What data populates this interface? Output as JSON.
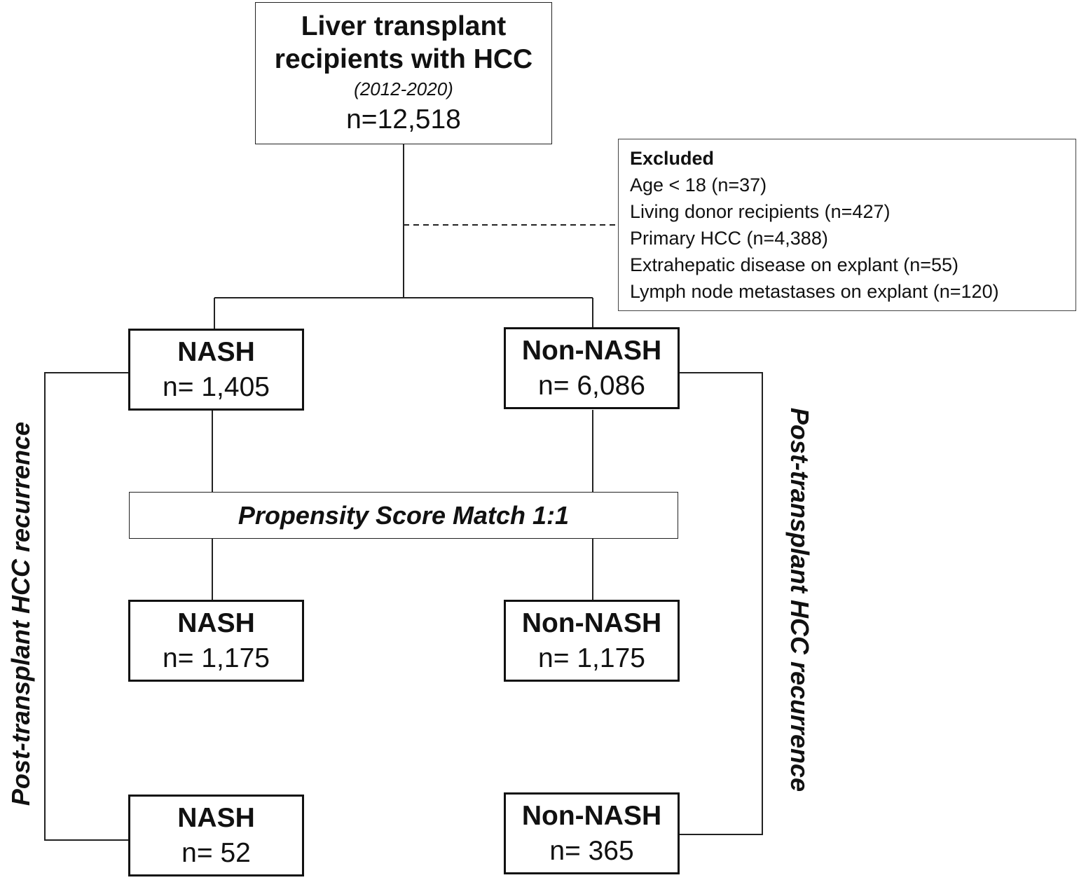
{
  "source": {
    "title_line1": "Liver transplant",
    "title_line2": "recipients with HCC",
    "years": "(2012-2020)",
    "n": "n=12,518"
  },
  "excluded": {
    "heading": "Excluded",
    "items": [
      "Age < 18 (n=37)",
      "Living donor recipients (n=427)",
      "Primary HCC (n=4,388)",
      "Extrahepatic disease on explant (n=55)",
      "Lymph node metastases on explant (n=120)"
    ]
  },
  "initial_groups": {
    "nash": {
      "label": "NASH",
      "n": "n= 1,405"
    },
    "non_nash": {
      "label": "Non-NASH",
      "n": "n= 6,086"
    }
  },
  "matching": {
    "label": "Propensity Score Match 1:1"
  },
  "matched_groups": {
    "nash": {
      "label": "NASH",
      "n": "n= 1,175"
    },
    "non_nash": {
      "label": "Non-NASH",
      "n": "n= 1,175"
    }
  },
  "recurrence_groups": {
    "nash": {
      "label": "NASH",
      "n": "n= 52"
    },
    "non_nash": {
      "label": "Non-NASH",
      "n": "n= 365"
    }
  },
  "side_labels": {
    "left": "Post-transplant HCC recurrence",
    "right": "Post-transplant HCC recurrence"
  }
}
